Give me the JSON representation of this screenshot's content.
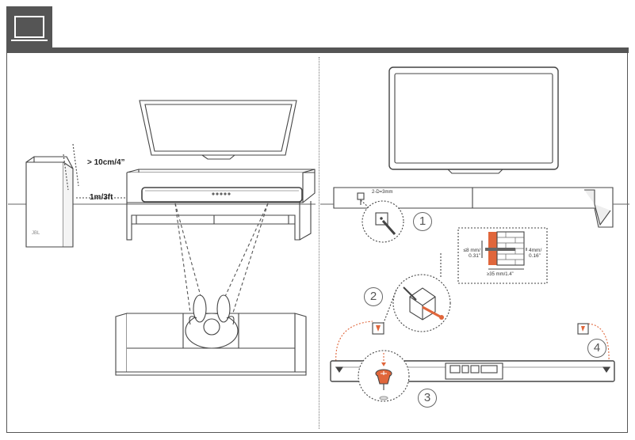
{
  "labels": {
    "sub_height": "> 10cm/4”",
    "sub_distance": "1m/3ft",
    "drill_spec": "2-D=3mm",
    "wall_depth_a": "≤8 mm/",
    "wall_depth_b": "0.31”",
    "screw_dia_a": "4mm/",
    "screw_dia_b": "0.16”",
    "screw_len": "≥35 mm/1.4”",
    "sub_brand": "JBL"
  },
  "steps": [
    "1",
    "2",
    "3",
    "4"
  ],
  "icons": {
    "header": "tv-monitor-icon"
  },
  "colors": {
    "frame": "#555555",
    "accent": "#e0663b",
    "line": "#444444"
  }
}
